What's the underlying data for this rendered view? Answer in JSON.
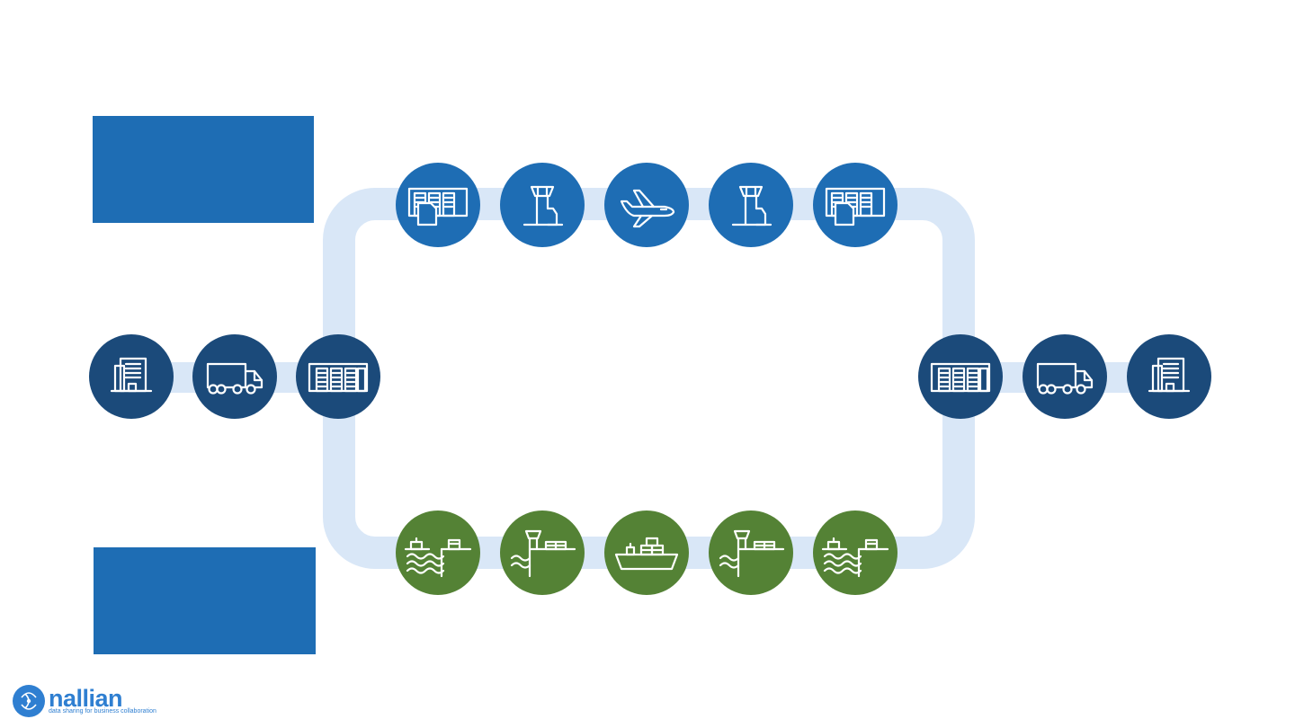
{
  "colors": {
    "air_circle": "#1e6db4",
    "sea_circle": "#548235",
    "road_circle": "#1b4a7a",
    "track": "#d9e7f7",
    "box_fill": "#1e6db4",
    "brand": "#2f7fd1"
  },
  "boxes": [
    {
      "id": "top-text-box",
      "text": ""
    },
    {
      "id": "bottom-text-box",
      "text": ""
    }
  ],
  "nodes": {
    "origin": [
      {
        "icon": "office-building-icon"
      },
      {
        "icon": "truck-icon"
      },
      {
        "icon": "warehouse-icon"
      }
    ],
    "air_route": [
      {
        "icon": "airport-warehouse-icon"
      },
      {
        "icon": "control-tower-icon"
      },
      {
        "icon": "airplane-icon"
      },
      {
        "icon": "control-tower-icon"
      },
      {
        "icon": "airport-warehouse-icon"
      }
    ],
    "sea_route": [
      {
        "icon": "port-dock-icon"
      },
      {
        "icon": "port-terminal-icon"
      },
      {
        "icon": "cargo-ship-icon"
      },
      {
        "icon": "port-terminal-icon"
      },
      {
        "icon": "port-dock-icon"
      }
    ],
    "destination": [
      {
        "icon": "warehouse-icon"
      },
      {
        "icon": "truck-icon"
      },
      {
        "icon": "office-building-icon"
      }
    ]
  },
  "logo": {
    "name": "nallian",
    "tagline": "data sharing for business collaboration"
  }
}
